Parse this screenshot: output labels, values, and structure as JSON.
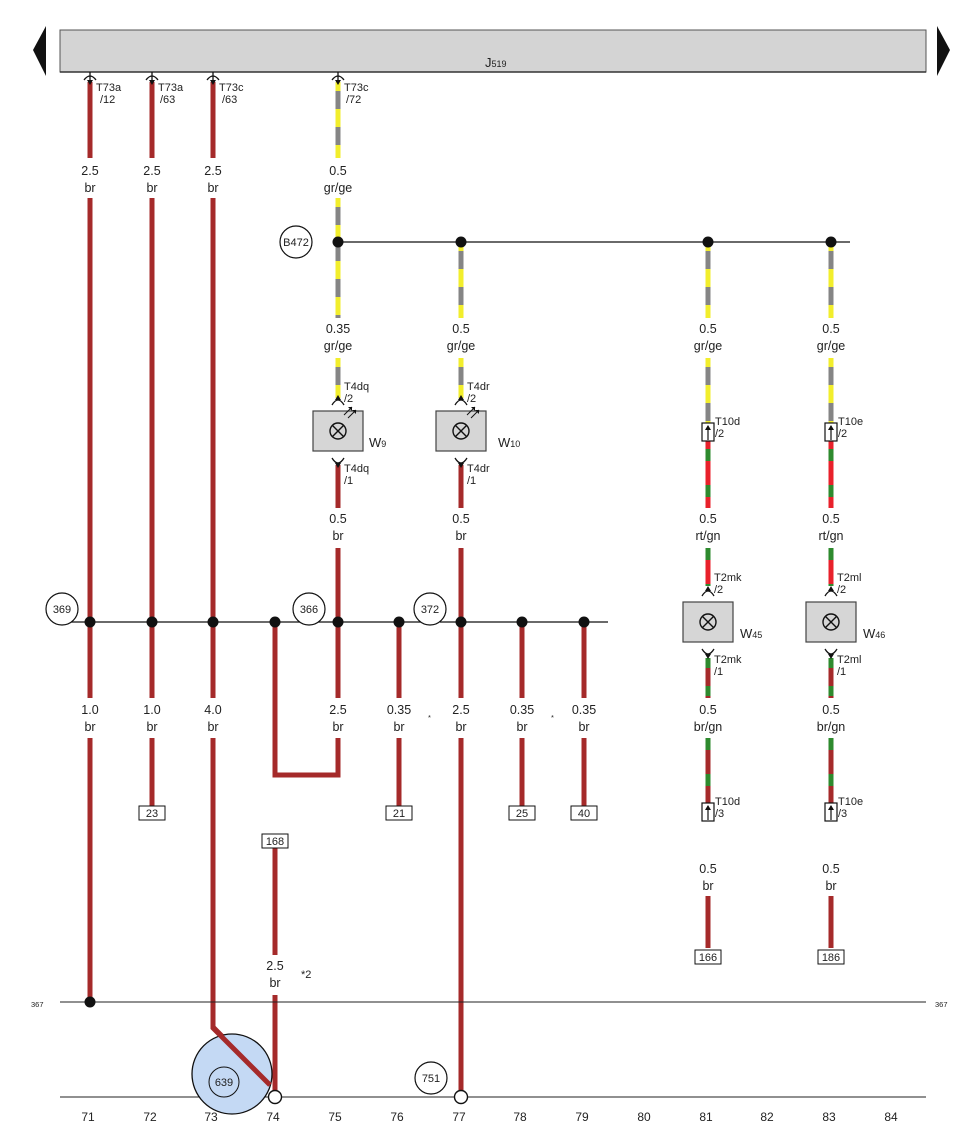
{
  "header": {
    "unit": "J",
    "unit_sub": "519"
  },
  "conductor_labels": {
    "w1": [
      "2.5",
      "br"
    ],
    "w2": [
      "2.5",
      "br"
    ],
    "w3": [
      "2.5",
      "br"
    ],
    "w4": [
      "0.5",
      "gr/ge"
    ],
    "w5": [
      "0.35",
      "gr/ge"
    ],
    "w6": [
      "0.5",
      "gr/ge"
    ],
    "w7": [
      "0.5",
      "gr/ge"
    ],
    "w8": [
      "0.5",
      "gr/ge"
    ],
    "w9": [
      "0.5",
      "br"
    ],
    "w10": [
      "0.5",
      "br"
    ],
    "w11": [
      "0.5",
      "rt/gn"
    ],
    "w12": [
      "0.5",
      "rt/gn"
    ],
    "w13": [
      "1.0",
      "br"
    ],
    "w14": [
      "1.0",
      "br"
    ],
    "w15": [
      "4.0",
      "br"
    ],
    "w16": [
      "2.5",
      "br"
    ],
    "w17": [
      "0.35",
      "br"
    ],
    "w18": [
      "2.5",
      "br"
    ],
    "w19": [
      "0.35",
      "br"
    ],
    "w20": [
      "0.35",
      "br"
    ],
    "w21": [
      "0.5",
      "br/gn"
    ],
    "w22": [
      "0.5",
      "br/gn"
    ],
    "w23": [
      "0.5",
      "br"
    ],
    "w24": [
      "0.5",
      "br"
    ],
    "w25": [
      "2.5",
      "br"
    ]
  },
  "top_pins": [
    [
      "T73a",
      "/12"
    ],
    [
      "T73a",
      "/63"
    ],
    [
      "T73c",
      "/63"
    ],
    [
      "T73c",
      "/72"
    ]
  ],
  "connectors": {
    "t4dq_2": [
      "T4dq",
      "/2"
    ],
    "t4dq_1": [
      "T4dq",
      "/1"
    ],
    "t4dr_2": [
      "T4dr",
      "/2"
    ],
    "t4dr_1": [
      "T4dr",
      "/1"
    ],
    "t10d_2": [
      "T10d",
      "/2"
    ],
    "t10e_2": [
      "T10e",
      "/2"
    ],
    "t2mk_2": [
      "T2mk",
      "/2"
    ],
    "t2mk_1": [
      "T2mk",
      "/1"
    ],
    "t2ml_2": [
      "T2ml",
      "/2"
    ],
    "t2ml_1": [
      "T2ml",
      "/1"
    ],
    "t10d_3": [
      "T10d",
      "/3"
    ],
    "t10e_3": [
      "T10e",
      "/3"
    ]
  },
  "components": {
    "w9": [
      "W",
      "9"
    ],
    "w10": [
      "W",
      "10"
    ],
    "w45": [
      "W",
      "45"
    ],
    "w46": [
      "W",
      "46"
    ]
  },
  "circles": {
    "b472": "B472",
    "c369": "369",
    "c366": "366",
    "c372": "372",
    "c639": "639",
    "c751": "751"
  },
  "refs": {
    "r23": "23",
    "r21": "21",
    "r25": "25",
    "r40": "40",
    "r168": "168",
    "r166": "166",
    "r186": "186"
  },
  "notes": {
    "star": "*",
    "star2": "*2"
  },
  "line_ref": {
    "left": "367",
    "right": "367"
  },
  "footer": [
    "71",
    "72",
    "73",
    "74",
    "75",
    "76",
    "77",
    "78",
    "79",
    "80",
    "81",
    "82",
    "83",
    "84"
  ],
  "colors": {
    "br": "#a52a2a",
    "gr": "#858585",
    "ge": "#f2ee2c",
    "rt": "#e8212b",
    "gn": "#2e8a2e",
    "header_fill": "#d4d4d4",
    "splice_fill": "#c4d9f4"
  }
}
